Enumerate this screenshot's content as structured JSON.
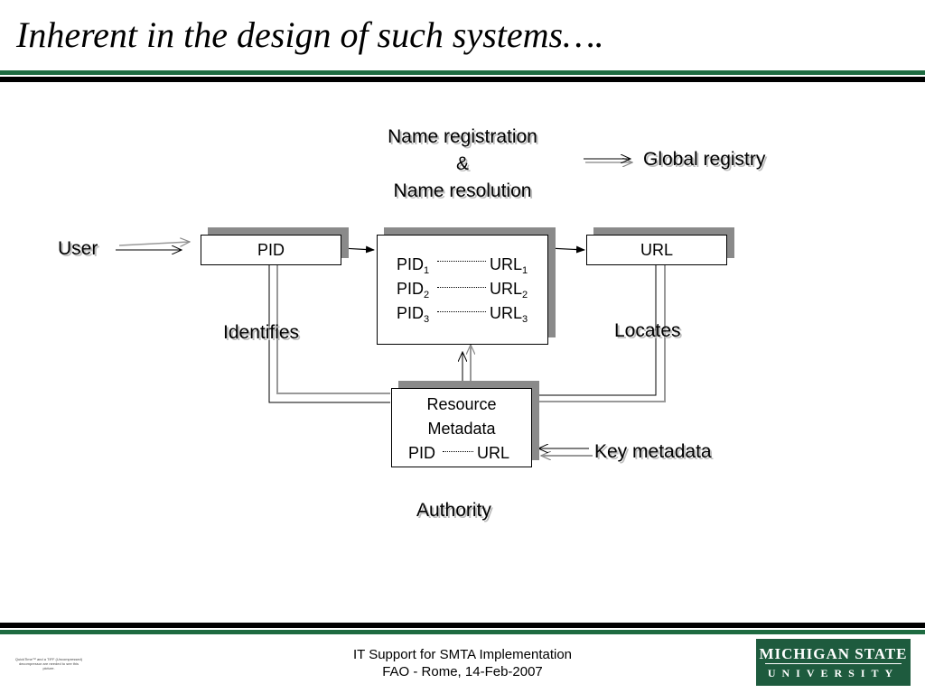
{
  "slide": {
    "title": "Inherent in the design of such systems…."
  },
  "diagram": {
    "name_registration": [
      "Name registration",
      "&",
      "Name resolution"
    ],
    "global_registry": "Global registry",
    "user": "User",
    "pid_box": "PID",
    "url_box": "URL",
    "mapping_rows": [
      {
        "pid": "PID",
        "pid_sub": "1",
        "url": "URL",
        "url_sub": "1"
      },
      {
        "pid": "PID",
        "pid_sub": "2",
        "url": "URL",
        "url_sub": "2"
      },
      {
        "pid": "PID",
        "pid_sub": "3",
        "url": "URL",
        "url_sub": "3"
      }
    ],
    "identifies": "Identifies",
    "locates": "Locates",
    "resource_metadata": [
      "Resource",
      "Metadata"
    ],
    "rm_pid": "PID",
    "rm_url": "URL",
    "key_metadata": "Key metadata",
    "authority": "Authority"
  },
  "footer": {
    "line1": "IT Support for SMTA Implementation",
    "line2": "FAO - Rome, 14-Feb-2007",
    "tiny_text": "QuickTime™ and a TIFF (Uncompressed) decompressor are needed to see this picture.",
    "logo_line1": "MICHIGAN STATE",
    "logo_line2": "UNIVERSITY"
  },
  "colors": {
    "green_rule": "#1e6b41",
    "logo_green": "#1e5b3e",
    "shadow_gray": "#8a8a8a"
  }
}
